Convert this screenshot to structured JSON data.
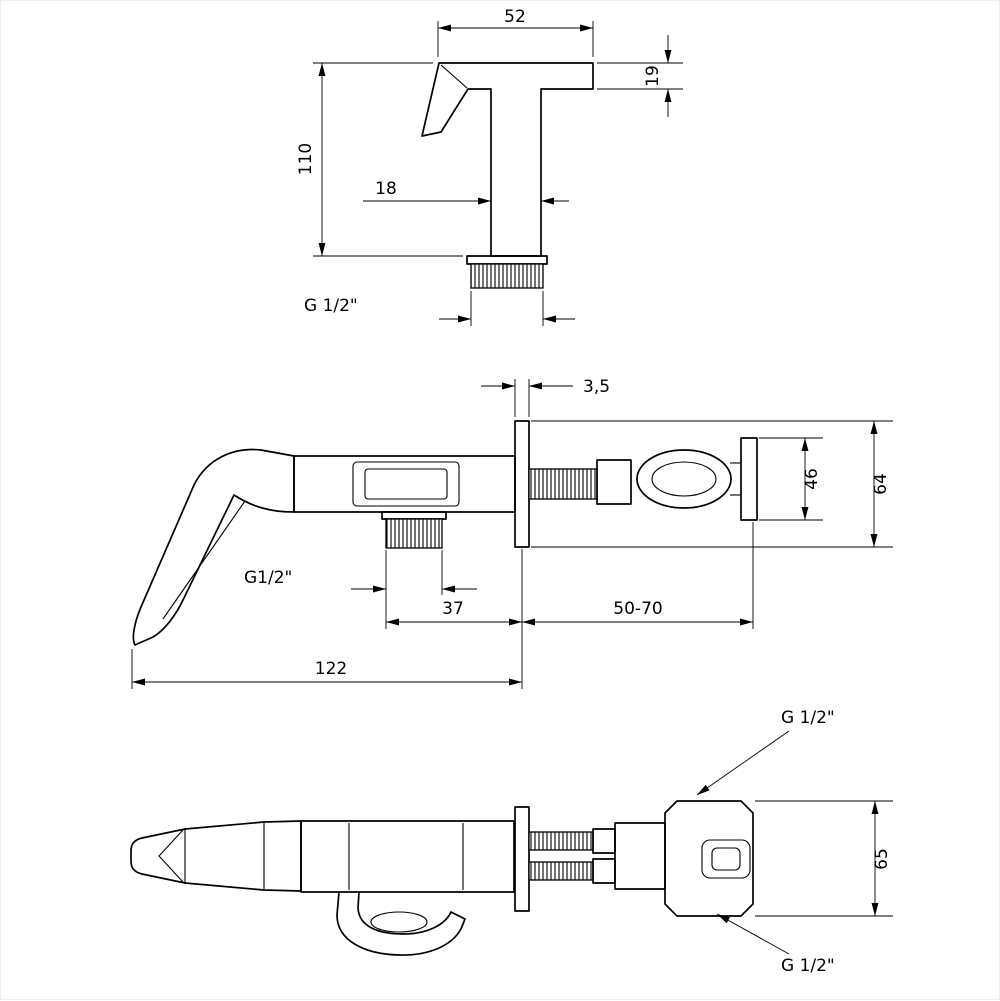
{
  "colors": {
    "line": "#000000",
    "background": "#ffffff"
  },
  "dimensions": {
    "top_view": {
      "head_width": "52",
      "head_height": "19",
      "total_height": "110",
      "pipe_width": "18",
      "thread": "G 1/2\""
    },
    "side_view": {
      "plate_thickness": "3,5",
      "connector_height": "46",
      "plate_height": "64",
      "outlet_thread": "G1/2\"",
      "outlet_offset": "37",
      "wall_range": "50-70",
      "total_length": "122"
    },
    "bottom_view": {
      "inlet_thread": "G 1/2\"",
      "body_depth": "65",
      "outlet_thread": "G 1/2\""
    }
  }
}
